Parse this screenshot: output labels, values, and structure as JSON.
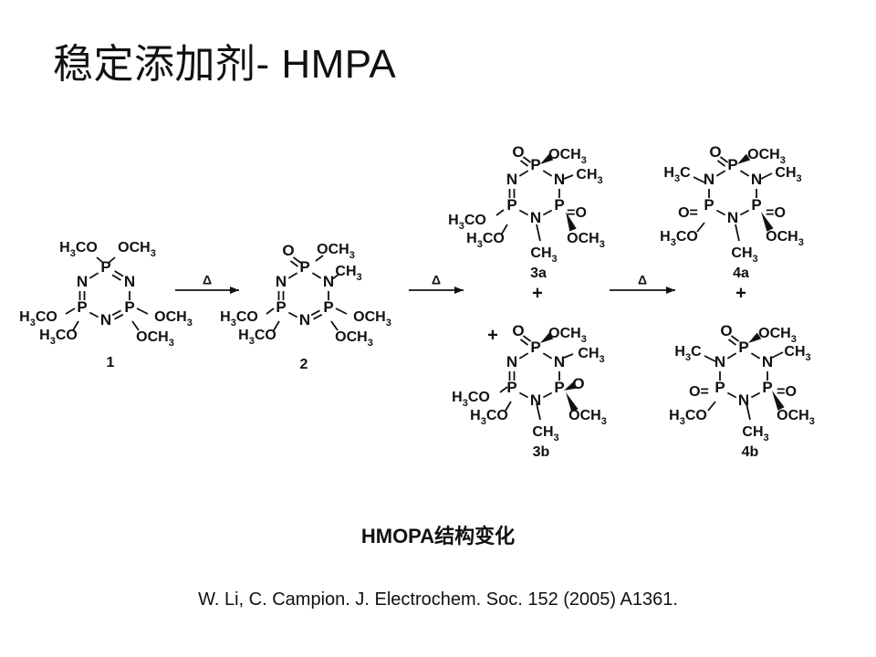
{
  "slide": {
    "title": "稳定添加剂- HMPA",
    "caption": "HMOPA结构变化",
    "citation": "W. Li, C. Campion. J. Electrochem. Soc. 152 (2005) A1361."
  },
  "scheme": {
    "delta_symbol": "Δ",
    "plus_symbol": "+",
    "compounds": [
      {
        "id": "1"
      },
      {
        "id": "2"
      },
      {
        "id": "3a"
      },
      {
        "id": "3b"
      },
      {
        "id": "4a"
      },
      {
        "id": "4b"
      }
    ],
    "labels": {
      "P": "P",
      "N": "N",
      "O": "O",
      "OCH3": "OCH3",
      "H3CO": "H3CO",
      "CH3": "CH3",
      "H3C": "H3C",
      "O_eq": "O=",
      "eq_O": "=O"
    }
  }
}
